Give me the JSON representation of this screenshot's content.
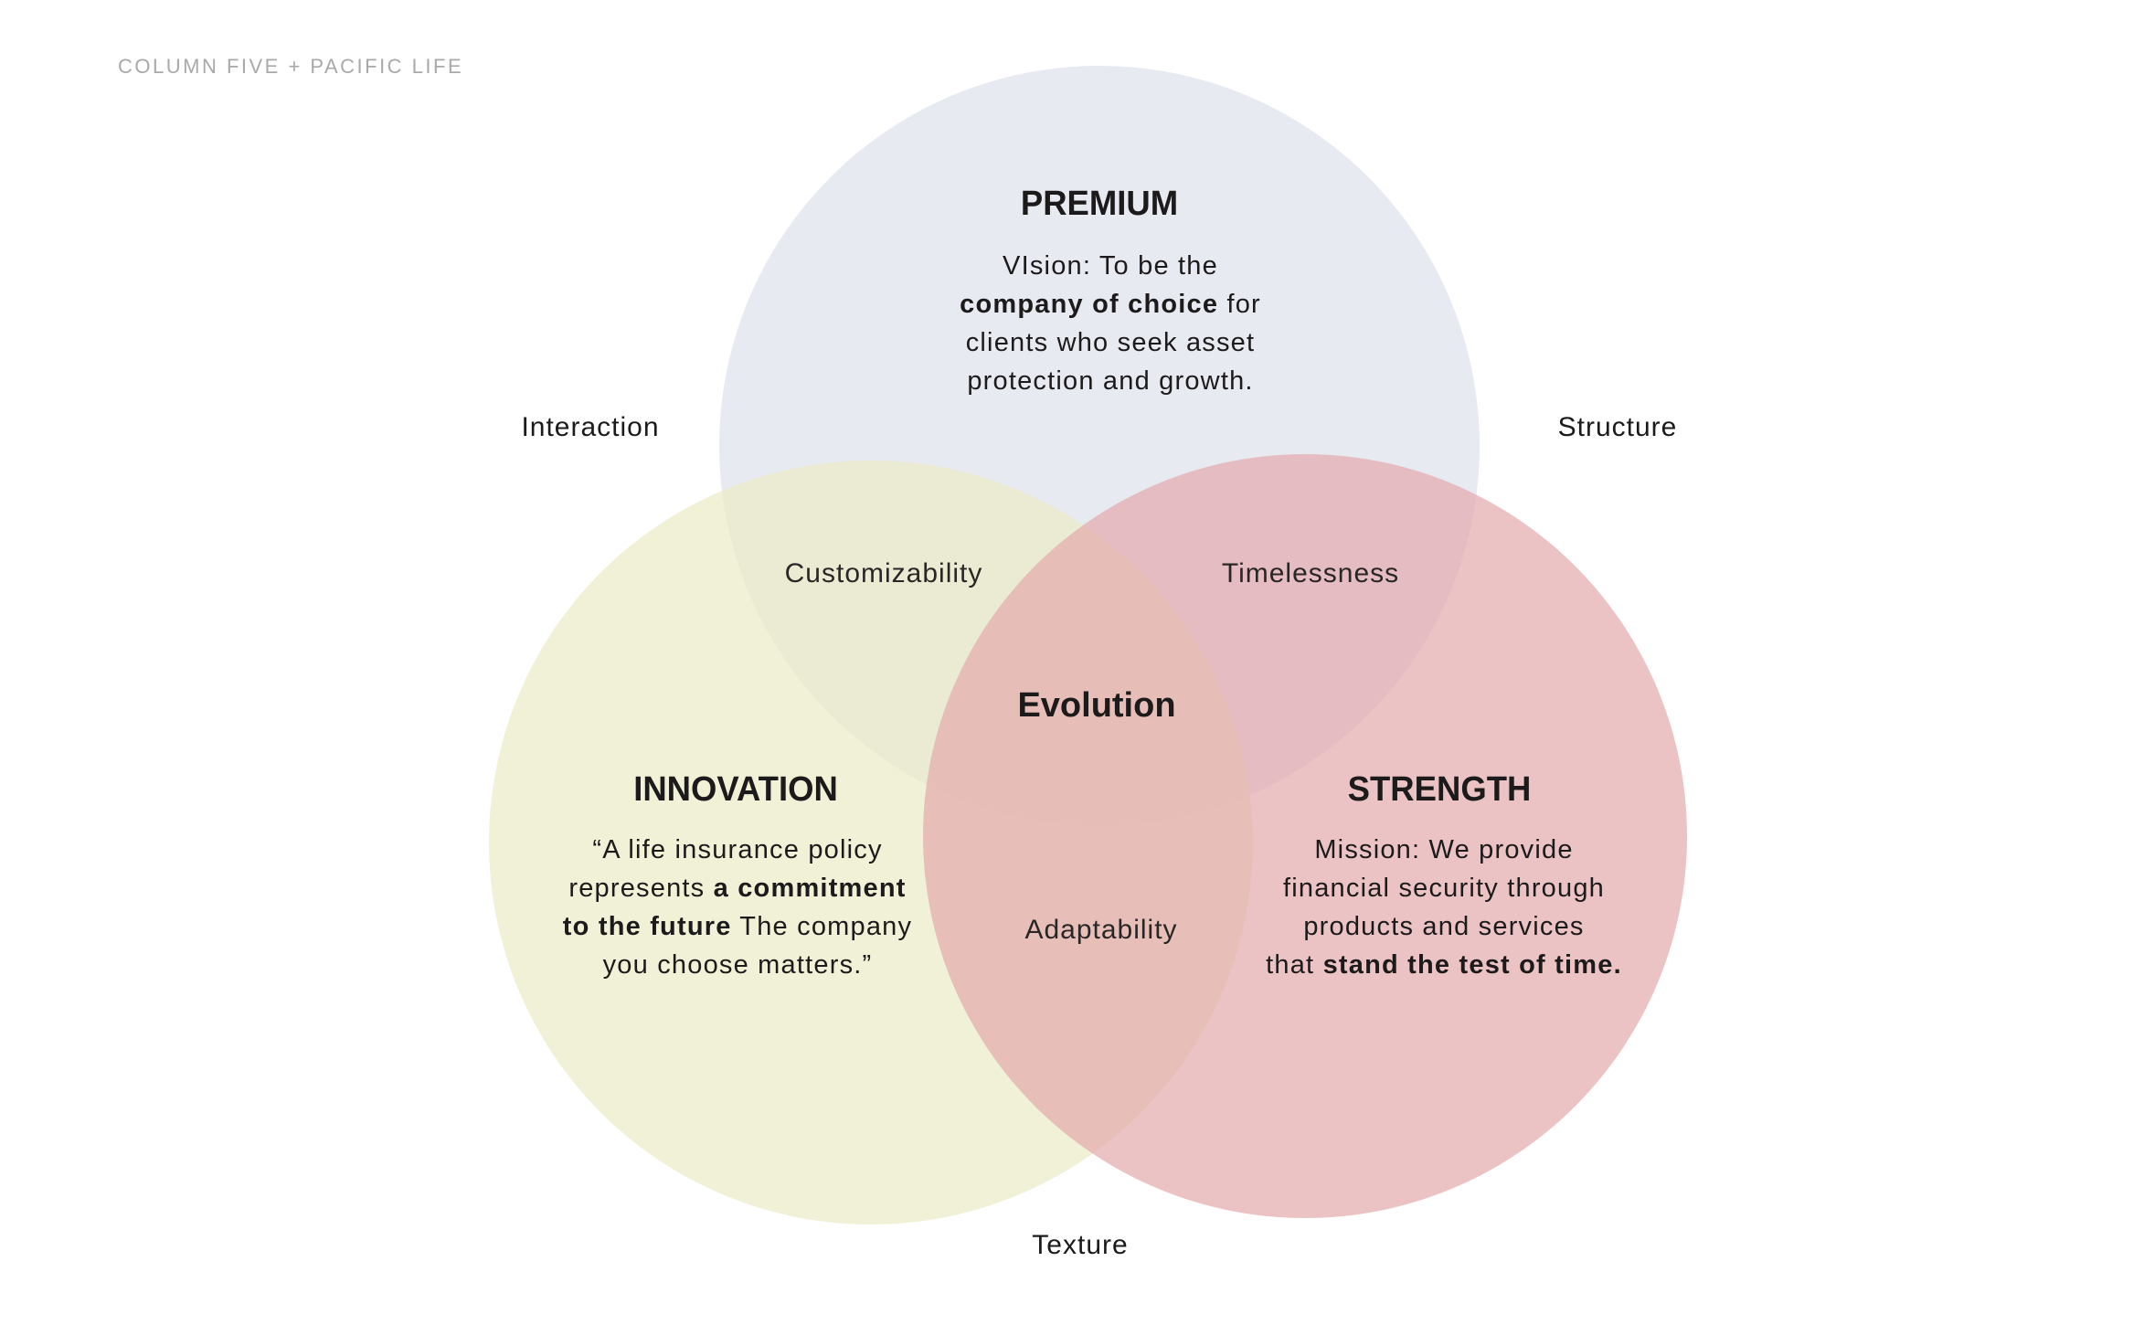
{
  "credit": "COLUMN FIVE + PACIFIC LIFE",
  "colors": {
    "premium_circle": "#dfe2ec",
    "innovation_circle": "#ecebc7",
    "strength_circle": "#e3a6aa",
    "text": "#1c1a1a",
    "credit_text": "#a9a9a9"
  },
  "circles": {
    "premium": {
      "heading": "PREMIUM",
      "lines": [
        [
          {
            "t": "VIsion: To be the",
            "b": false
          }
        ],
        [
          {
            "t": "company of choice",
            "b": true
          },
          {
            "t": " for",
            "b": false
          }
        ],
        [
          {
            "t": "clients who seek asset",
            "b": false
          }
        ],
        [
          {
            "t": "protection and growth.",
            "b": false
          }
        ]
      ]
    },
    "innovation": {
      "heading": "INNOVATION",
      "lines": [
        [
          {
            "t": "“A life insurance policy",
            "b": false
          }
        ],
        [
          {
            "t": "represents ",
            "b": false
          },
          {
            "t": "a commitment",
            "b": true
          }
        ],
        [
          {
            "t": "to the future",
            "b": true
          },
          {
            "t": " The company",
            "b": false
          }
        ],
        [
          {
            "t": "you choose matters.”",
            "b": false
          }
        ]
      ]
    },
    "strength": {
      "heading": "STRENGTH",
      "lines": [
        [
          {
            "t": "Mission: We provide",
            "b": false
          }
        ],
        [
          {
            "t": "financial security through",
            "b": false
          }
        ],
        [
          {
            "t": "products and services",
            "b": false
          }
        ],
        [
          {
            "t": "that ",
            "b": false
          },
          {
            "t": "stand the test of time.",
            "b": true
          }
        ]
      ]
    }
  },
  "overlaps": {
    "premium_innovation": "Customizability",
    "premium_strength": "Timelessness",
    "innovation_strength": "Adaptability",
    "center": "Evolution"
  },
  "side_labels": {
    "left": "Interaction",
    "right": "Structure",
    "bottom": "Texture"
  }
}
